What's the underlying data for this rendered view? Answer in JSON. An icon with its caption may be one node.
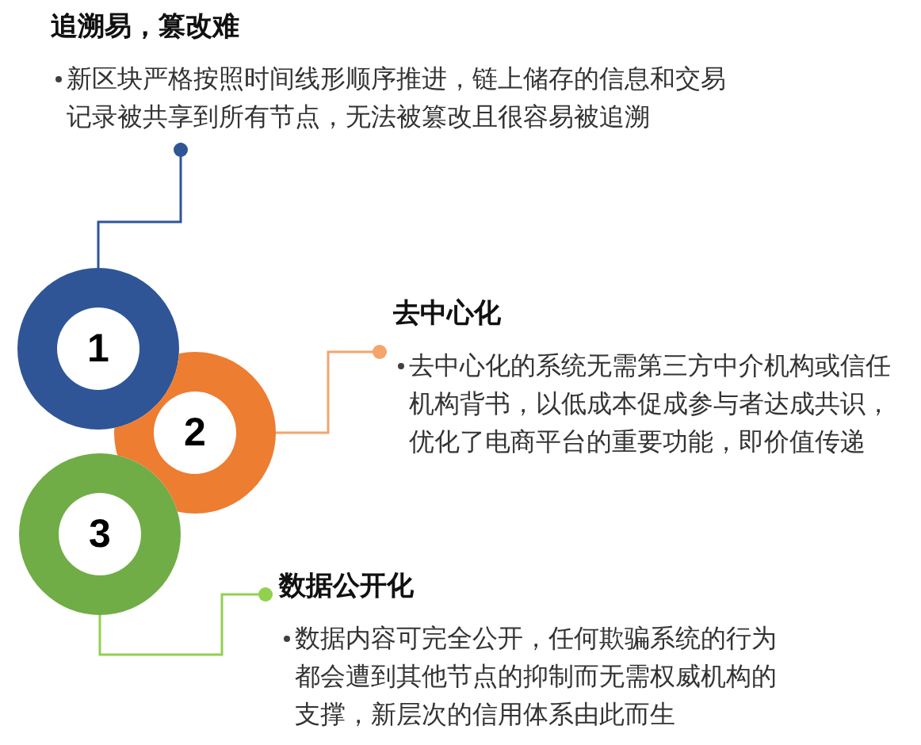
{
  "diagram": {
    "nodes": [
      {
        "text": [
          "追溯易，篡改难",
          "新区块严格按照时间线形顺序推进，链上储存的信息和交易记录被共享到所有节点，无法被篡改且很容易被追溯"
        ]
      },
      {
        "text": [
          "1"
        ]
      },
      {
        "text": [
          "去中心化",
          "去中心化的系统无需第三方中介机构或信任机构背书，以低成本促成参与者达成共识，优化了电商平台的重要功能，即价值传递"
        ]
      },
      {
        "text": [
          "2"
        ]
      },
      {
        "text": [
          "3"
        ]
      },
      {
        "text": [
          "数据公开化",
          "数据内容可完全公开，任何欺骗系统的行为都会遭到其他节点的抑制而无需权威机构的支撑，新层次的信用体系由此而生"
        ]
      }
    ],
    "edges": [
      {
        "from": 1,
        "to": 0,
        "arrow": "other",
        "color": "#2f5597"
      },
      {
        "from": 3,
        "to": 2,
        "arrow": "other",
        "color": "#f4a46c"
      },
      {
        "from": 4,
        "to": 5,
        "arrow": "other",
        "color": "#92d050"
      }
    ]
  }
}
